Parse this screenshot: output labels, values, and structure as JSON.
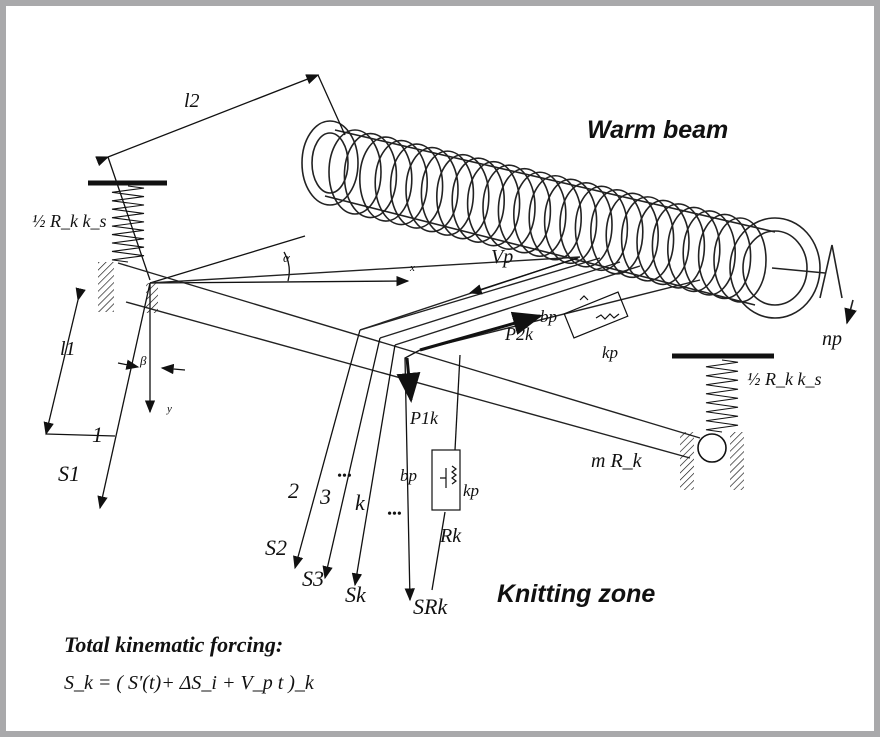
{
  "labels": {
    "warm_beam": "Warm beam",
    "knitting_zone": "Knitting zone",
    "formula_title": "Total kinematic forcing:",
    "formula": "S_k = ( S'(t)+ ΔS_i + V_p t )_k"
  },
  "symbols": {
    "l2": "l2",
    "l1": "l1",
    "vp": "Vp",
    "np": "np",
    "alpha": "α",
    "beta": "β",
    "x": "x",
    "y": "y",
    "spring_top": "½ R_k k_s",
    "spring_right": "½ R_k k_s",
    "m_rk": "m R_k",
    "p2k": "P2k",
    "p1k": "P1k",
    "bp_top": "bp",
    "kp_top": "kp",
    "bp_mid": "bp",
    "kp_mid": "kp",
    "rk": "Rk",
    "s1": "S1",
    "s2": "S2",
    "s3": "S3",
    "sk": "Sk",
    "srk": "SRk",
    "num1": "1",
    "num2": "2",
    "num3": "3",
    "numk": "k",
    "dots": "•••"
  },
  "colors": {
    "border": "#a9a9ab",
    "ink": "#111111"
  }
}
